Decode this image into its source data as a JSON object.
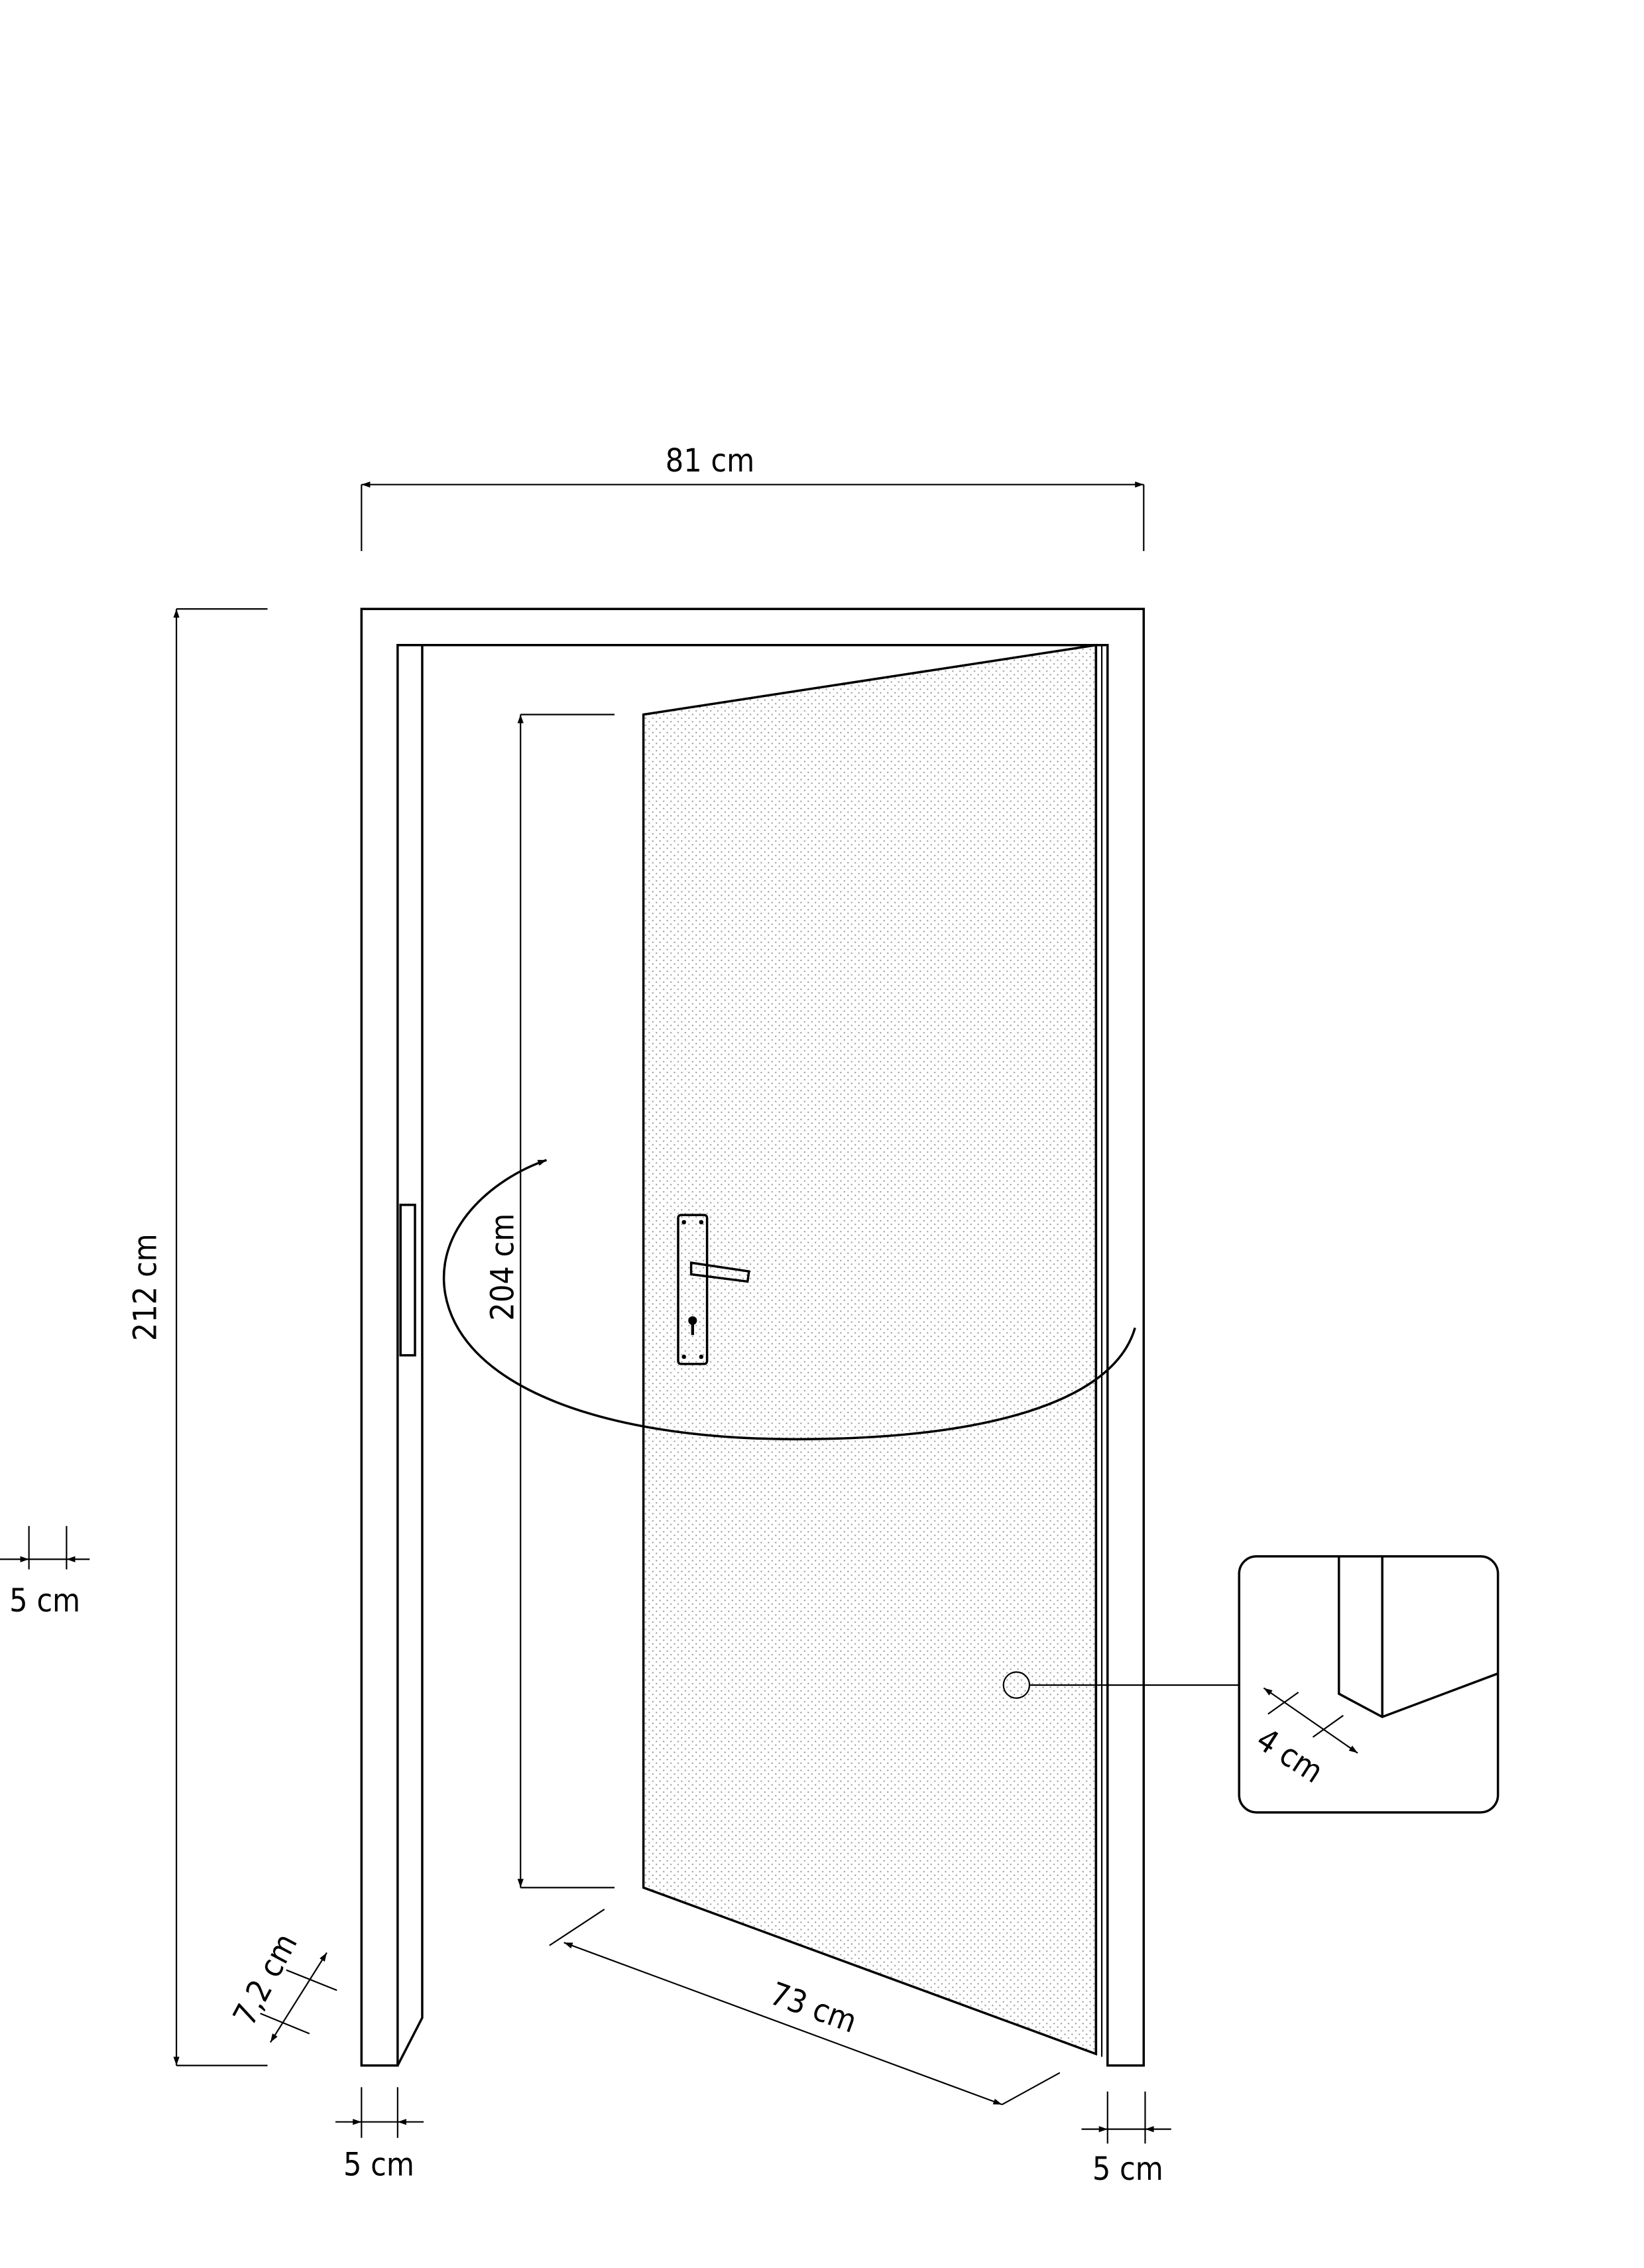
{
  "dimensions": {
    "frame_width": "81 cm",
    "frame_height": "212 cm",
    "door_height": "204 cm",
    "door_width": "73 cm",
    "jamb_depth": "7,2 cm",
    "jamb_left_legend": "5 cm",
    "jamb_bottom_left": "5 cm",
    "jamb_bottom_right": "5 cm",
    "detail_rebate": "4 cm"
  },
  "colors": {
    "line": "#000000",
    "door_dots": "#9a9a9a",
    "background": "#ffffff"
  }
}
